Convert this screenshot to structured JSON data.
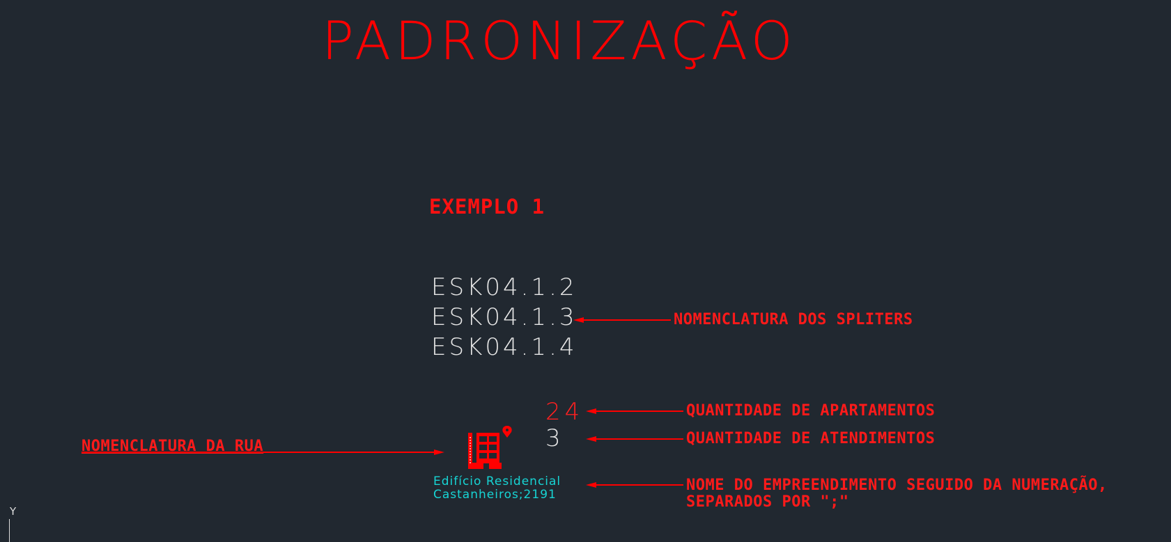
{
  "title": "PADRONIZAÇÃO",
  "example_label": "EXEMPLO 1",
  "splitters": [
    "ESK04.1.2",
    "ESK04.1.3",
    "ESK04.1.4"
  ],
  "apartments_count": "24",
  "services_count": "3",
  "building_name_line1": "Edifício Residencial",
  "building_name_line2": "Castanheiros;2191",
  "annotations": {
    "splitters": "NOMENCLATURA DOS SPLITERS",
    "apartments": "QUANTIDADE DE APARTAMENTOS",
    "services": "QUANTIDADE DE ATENDIMENTOS",
    "street": "NOMENCLATURA DA RUA",
    "name_line1": "NOME DO EMPREENDIMENTO SEGUIDO DA NUMERAÇÃO,",
    "name_line2": "SEPARADOS POR \";\""
  },
  "axis_label": "Y",
  "colors": {
    "background": "#212830",
    "accent_red": "#ff0000",
    "splitter_text": "#e6e6e6",
    "building_name": "#17d4d4"
  },
  "icons": [
    "building-icon",
    "location-pin-icon"
  ]
}
